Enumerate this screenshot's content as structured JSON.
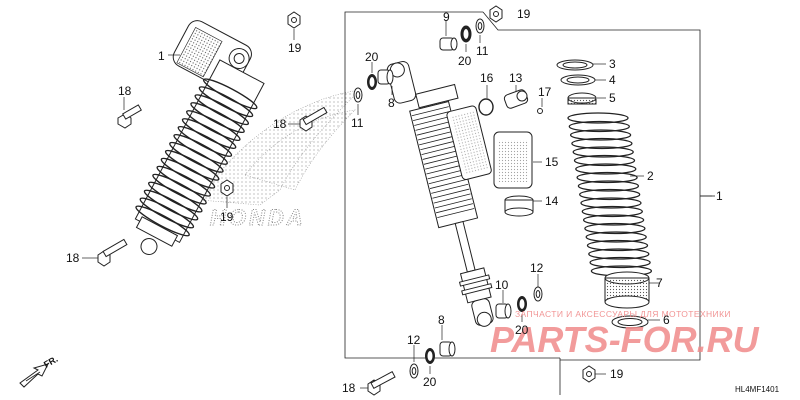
{
  "diagram_code": "HL4MF1401",
  "direction_label": "FR.",
  "watermark": {
    "brand": "PARTS-FOR.RU",
    "tagline": "ЗАПЧАСТИ И АКСЕССУАРЫ ДЛЯ МОТОТЕХНИКИ"
  },
  "honda_logo_text": "HONDA",
  "callouts": [
    {
      "id": "c1a",
      "text": "1"
    },
    {
      "id": "c18a",
      "text": "18"
    },
    {
      "id": "c19a",
      "text": "19"
    },
    {
      "id": "c18b",
      "text": "18"
    },
    {
      "id": "c19b",
      "text": "19"
    },
    {
      "id": "c18c",
      "text": "18"
    },
    {
      "id": "c9",
      "text": "9"
    },
    {
      "id": "c19c",
      "text": "19"
    },
    {
      "id": "c20a",
      "text": "20"
    },
    {
      "id": "c11a",
      "text": "11"
    },
    {
      "id": "c20b",
      "text": "20"
    },
    {
      "id": "c8a",
      "text": "8"
    },
    {
      "id": "c11b",
      "text": "11"
    },
    {
      "id": "c16",
      "text": "16"
    },
    {
      "id": "c13",
      "text": "13"
    },
    {
      "id": "c17",
      "text": "17"
    },
    {
      "id": "c15",
      "text": "15"
    },
    {
      "id": "c14",
      "text": "14"
    },
    {
      "id": "c3",
      "text": "3"
    },
    {
      "id": "c4",
      "text": "4"
    },
    {
      "id": "c5",
      "text": "5"
    },
    {
      "id": "c2",
      "text": "2"
    },
    {
      "id": "c1b",
      "text": "1"
    },
    {
      "id": "c7",
      "text": "7"
    },
    {
      "id": "c6",
      "text": "6"
    },
    {
      "id": "c12",
      "text": "12"
    },
    {
      "id": "c10",
      "text": "10"
    },
    {
      "id": "c20c",
      "text": "20"
    },
    {
      "id": "c8b",
      "text": "8"
    },
    {
      "id": "c12b",
      "text": "12"
    },
    {
      "id": "c20d",
      "text": "20"
    },
    {
      "id": "c18d",
      "text": "18"
    },
    {
      "id": "c19d",
      "text": "19"
    }
  ]
}
